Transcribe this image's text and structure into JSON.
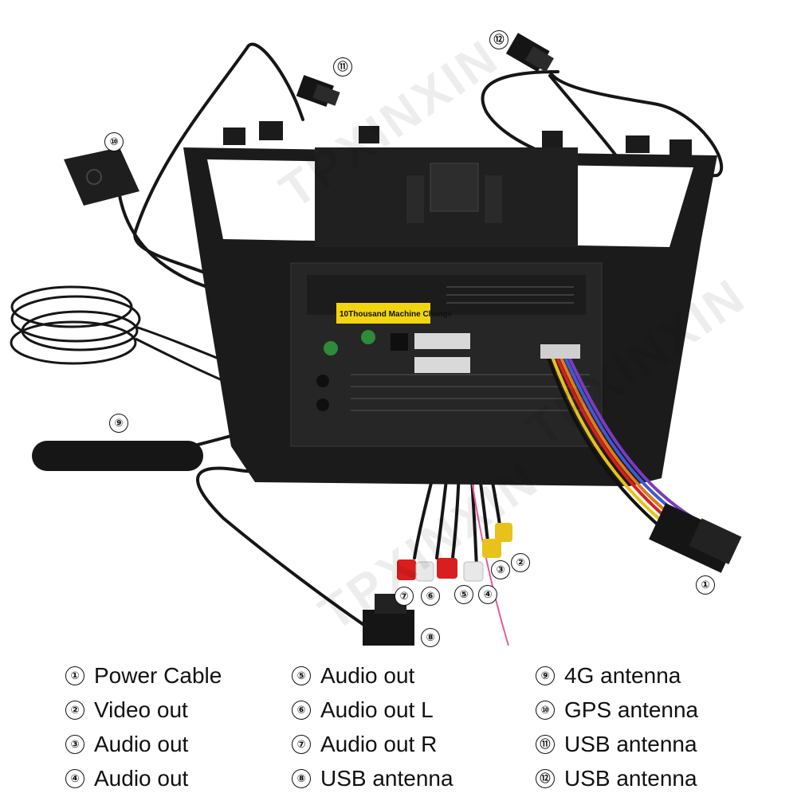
{
  "brand": {
    "watermark": "TPXINXIN"
  },
  "sticker": {
    "text": "10Thousand Machine Change"
  },
  "callouts": [
    "①",
    "②",
    "③",
    "④",
    "⑤",
    "⑥",
    "⑦",
    "⑧",
    "⑨",
    "⑩",
    "⑪",
    "⑫"
  ],
  "legend": {
    "col1": [
      {
        "num": "①",
        "label": "Power Cable"
      },
      {
        "num": "②",
        "label": "Video out"
      },
      {
        "num": "③",
        "label": "Audio out"
      },
      {
        "num": "④",
        "label": "Audio out"
      }
    ],
    "col2": [
      {
        "num": "⑤",
        "label": "Audio out"
      },
      {
        "num": "⑥",
        "label": "Audio out L"
      },
      {
        "num": "⑦",
        "label": "Audio out R"
      },
      {
        "num": "⑧",
        "label": "USB antenna"
      }
    ],
    "col3": [
      {
        "num": "⑨",
        "label": "4G antenna"
      },
      {
        "num": "⑩",
        "label": "GPS antenna"
      },
      {
        "num": "⑪",
        "label": "USB antenna"
      },
      {
        "num": "⑫",
        "label": "USB antenna"
      }
    ]
  },
  "colors": {
    "frame": "#1b1b1b",
    "cable": "#161616",
    "rca_red": "#d81e1e",
    "rca_white": "#e8e8e8",
    "rca_yellow": "#e8c21a",
    "sticker": "#f3d411"
  }
}
